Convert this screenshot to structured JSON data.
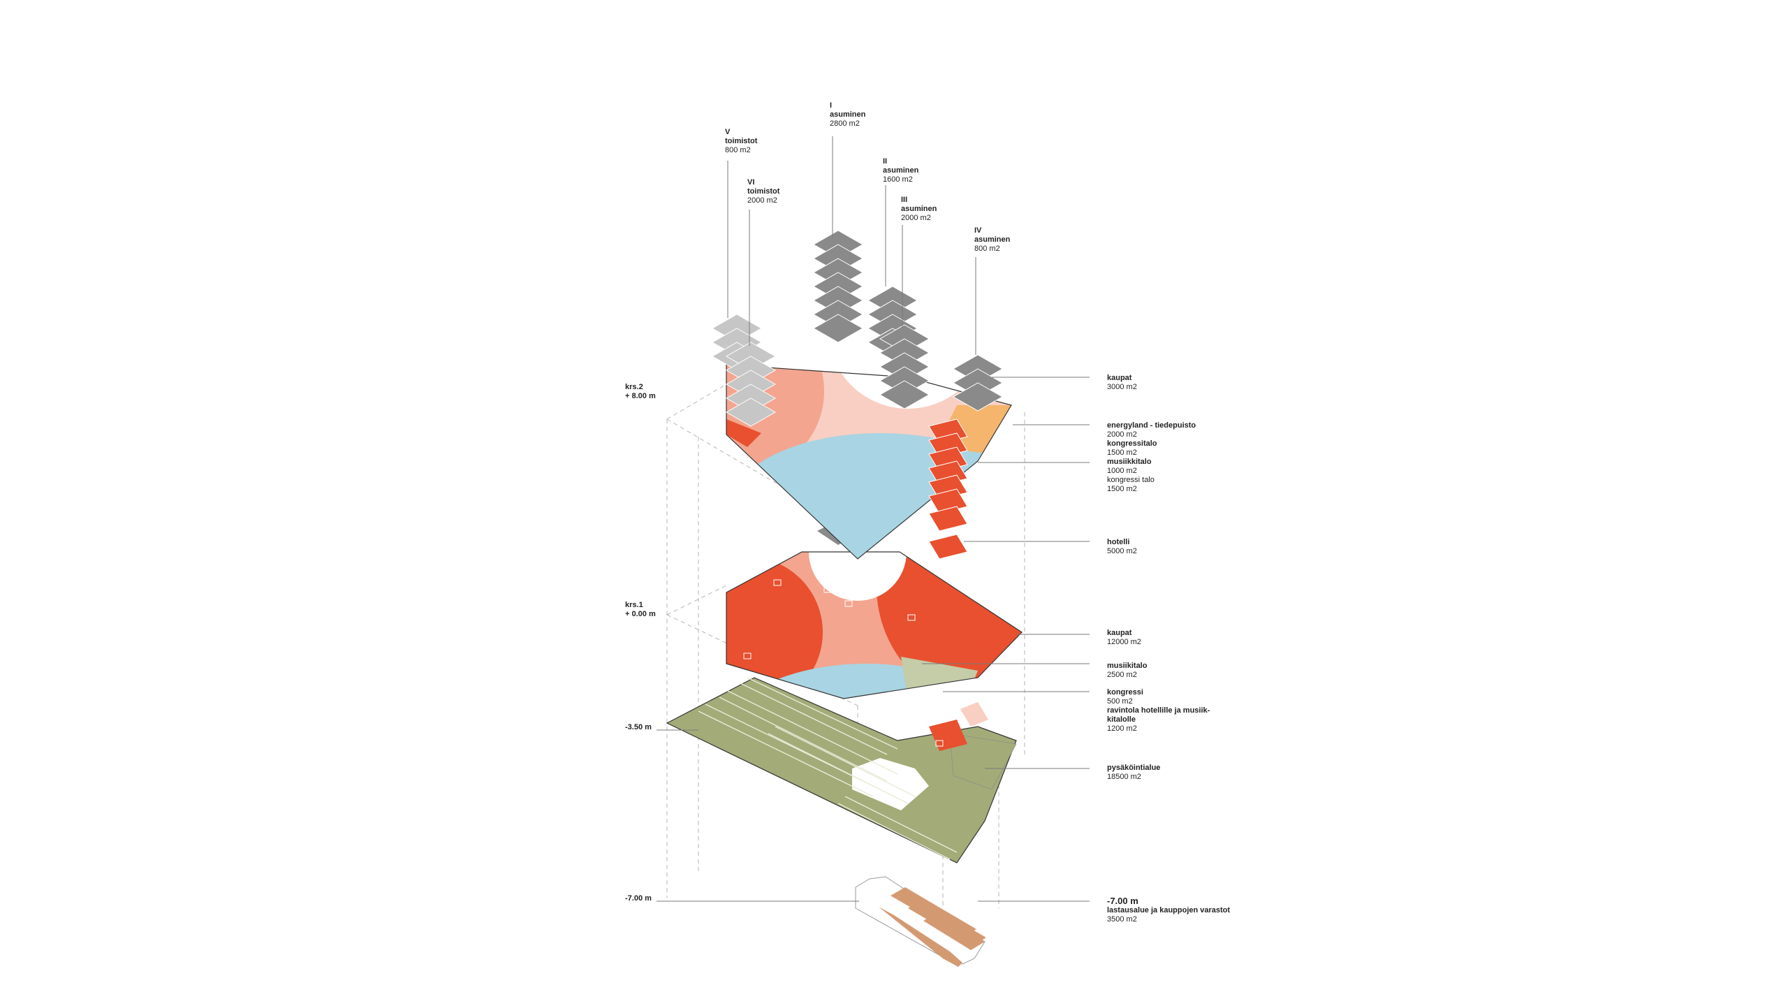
{
  "colors": {
    "red": "#e8502f",
    "salmon": "#f3a58f",
    "pale_salmon": "#f8cfc2",
    "blue": "#a9d4e3",
    "olive": "#a3ab78",
    "orange": "#f5b56c",
    "tan": "#d39a72",
    "grey_dark": "#8a8a8a",
    "grey_light": "#c6c6c6"
  },
  "towers": [
    {
      "id": "I",
      "roman": "I",
      "use": "asuminen",
      "area": "2800 m2"
    },
    {
      "id": "II",
      "roman": "II",
      "use": "asuminen",
      "area": "1600 m2"
    },
    {
      "id": "III",
      "roman": "III",
      "use": "asuminen",
      "area": "2000 m2"
    },
    {
      "id": "IV",
      "roman": "IV",
      "use": "asuminen",
      "area": "800 m2"
    },
    {
      "id": "V",
      "roman": "V",
      "use": "toimistot",
      "area": "800 m2"
    },
    {
      "id": "VI",
      "roman": "VI",
      "use": "toimistot",
      "area": "2000 m2"
    }
  ],
  "levels": [
    {
      "id": "krs2",
      "name": "krs.2",
      "elev": "+ 8.00 m"
    },
    {
      "id": "krs1",
      "name": "krs.1",
      "elev": "+ 0.00 m"
    },
    {
      "id": "b1",
      "name": "-3.50 m",
      "elev": ""
    },
    {
      "id": "b2",
      "name": "-7.00 m",
      "elev": ""
    }
  ],
  "labels": {
    "kaupat2": {
      "title": "kaupat",
      "lines": [
        "3000 m2"
      ]
    },
    "energyland": {
      "title": "energyland - tiedepuisto",
      "lines": [
        "2000 m2"
      ]
    },
    "kongressitalo": {
      "title": "kongressitalo",
      "lines": [
        "1500 m2"
      ]
    },
    "musiikkitalo2": {
      "title": "musiikkitalo",
      "lines": [
        "1000 m2",
        "kongressi talo",
        "1500 m2"
      ]
    },
    "hotelli": {
      "title": "hotelli",
      "lines": [
        "5000 m2"
      ]
    },
    "kaupat1": {
      "title": "kaupat",
      "lines": [
        "12000 m2"
      ]
    },
    "musiikkitalo1": {
      "title": "musiikitalo",
      "lines": [
        "2500 m2"
      ]
    },
    "kongressi1": {
      "title": "kongressi",
      "lines": [
        "500 m2"
      ]
    },
    "ravintola": {
      "title": "ravintola hotellille ja musiik-",
      "title2": "kitalolle",
      "lines": [
        "1200 m2"
      ]
    },
    "pysakointi": {
      "title": "pysäköintialue",
      "lines": [
        "18500 m2"
      ]
    },
    "lastaus": {
      "title": "-7.00 m",
      "title2": "lastausalue ja kauppojen varastot",
      "lines": [
        "3500 m2"
      ]
    }
  }
}
